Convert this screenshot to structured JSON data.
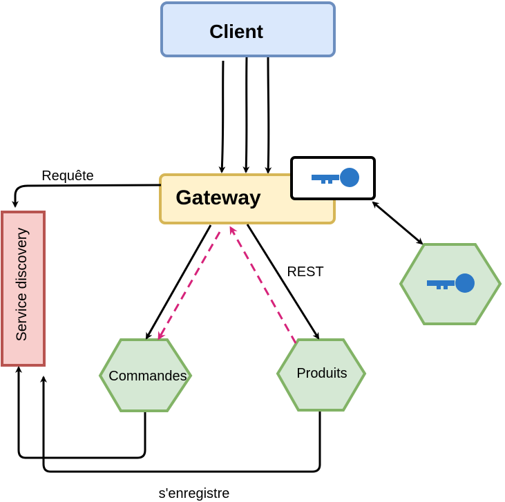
{
  "nodes": {
    "client": "Client",
    "gateway": "Gateway",
    "service_discovery": "Service discovery",
    "commandes": "Commandes",
    "produits": "Produits"
  },
  "edges": {
    "requete": "Requête",
    "rest": "REST",
    "enregistre": "s'enregistre"
  },
  "icons": {
    "gateway_key": "key-icon",
    "auth_key": "key-icon"
  },
  "colors": {
    "client_fill": "#dae8fc",
    "client_stroke": "#6c8ebf",
    "gateway_fill": "#fff2cc",
    "gateway_stroke": "#d6b656",
    "discovery_fill": "#f8cecc",
    "discovery_stroke": "#b85450",
    "service_fill": "#d5e8d4",
    "service_stroke": "#82b366",
    "key_color": "#2b77c6",
    "dashed_arrow": "#d6237a"
  }
}
